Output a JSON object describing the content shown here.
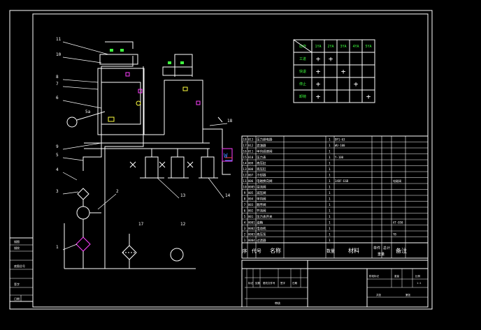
{
  "drawing": {
    "line_color": "#ffffff",
    "accent_green": "#3fff3f",
    "accent_magenta": "#ff3fff",
    "accent_yellow": "#ffff3f",
    "accent_red": "#ff3f3f",
    "accent_blue": "#3f7fff",
    "part_numbers": [
      "11",
      "10",
      "8",
      "7",
      "6",
      "5a",
      "9",
      "5",
      "4",
      "3",
      "2",
      "1",
      "12",
      "13",
      "14",
      "17",
      "18"
    ],
    "valve_symbol": "W"
  },
  "action_table": {
    "header": [
      "动作",
      "1YA",
      "2YA",
      "3YA",
      "4YA",
      "5YA"
    ],
    "rows": [
      {
        "label": "工进",
        "marks": [
          "+",
          "+",
          "",
          "",
          ""
        ]
      },
      {
        "label": "快退",
        "marks": [
          "+",
          "",
          "+",
          "",
          ""
        ]
      },
      {
        "label": "停止",
        "marks": [
          "+",
          "",
          "",
          "+",
          ""
        ]
      },
      {
        "label": "卸荷",
        "marks": [
          "+",
          "",
          "",
          "",
          "+"
        ]
      }
    ]
  },
  "parts_list": {
    "rows": [
      {
        "no": "18",
        "code": "013",
        "name": "压力继电器",
        "qty": "1",
        "spec": "DP1-63",
        "note": ""
      },
      {
        "no": "17",
        "code": "012",
        "name": "滤油器",
        "qty": "1",
        "spec": "WU-100",
        "note": ""
      },
      {
        "no": "16",
        "code": "011",
        "name": "单向调速阀",
        "qty": "1",
        "spec": "",
        "note": ""
      },
      {
        "no": "15",
        "code": "010",
        "name": "压力表",
        "qty": "1",
        "spec": "Y-100",
        "note": ""
      },
      {
        "no": "14",
        "code": "009",
        "name": "液压缸",
        "qty": "1",
        "spec": "",
        "note": ""
      },
      {
        "no": "13",
        "code": "008",
        "name": "液压缸",
        "qty": "1",
        "spec": "",
        "note": ""
      },
      {
        "no": "12",
        "code": "007",
        "name": "冷却器",
        "qty": "1",
        "spec": "",
        "note": ""
      },
      {
        "no": "11",
        "code": "006",
        "name": "电磁换向阀",
        "qty": "1",
        "spec": "34DF-E6B",
        "note": "电磁阀"
      },
      {
        "no": "10",
        "code": "0005",
        "name": "溢流阀",
        "qty": "1",
        "spec": "",
        "note": ""
      },
      {
        "no": "9",
        "code": "005",
        "name": "减压阀",
        "qty": "1",
        "spec": "",
        "note": ""
      },
      {
        "no": "8",
        "code": "004",
        "name": "单向阀",
        "qty": "1",
        "spec": "",
        "note": ""
      },
      {
        "no": "7",
        "code": "003",
        "name": "顺序阀",
        "qty": "1",
        "spec": "",
        "note": ""
      },
      {
        "no": "6",
        "code": "002",
        "name": "节流阀",
        "qty": "1",
        "spec": "",
        "note": ""
      },
      {
        "no": "5",
        "code": "001",
        "name": "压力表开关",
        "qty": "1",
        "spec": "",
        "note": ""
      },
      {
        "no": "4",
        "code": "0001",
        "name": "油箱",
        "qty": "1",
        "spec": "",
        "note": "AT-050"
      },
      {
        "no": "3",
        "code": "0002",
        "name": "电动机",
        "qty": "1",
        "spec": "",
        "note": ""
      },
      {
        "no": "2",
        "code": "0003",
        "name": "液压泵",
        "qty": "1",
        "spec": "",
        "note": "YB"
      },
      {
        "no": "1",
        "code": "0004",
        "name": "过滤器",
        "qty": "1",
        "spec": "",
        "note": ""
      }
    ],
    "header": {
      "no": "序",
      "code": "代号",
      "name": "名称",
      "qty": "数量",
      "spec": "材料",
      "unit": "单件",
      "total": "总计",
      "weight": "重量",
      "note": "备注"
    }
  },
  "title_block": {
    "left_cells": [
      "描图",
      "描校",
      "",
      "底图总号",
      "",
      "签字",
      "日期"
    ],
    "mid_labels": [
      "标记",
      "处数",
      "更改文件号",
      "签字",
      "日期"
    ],
    "bottom_label": "审核",
    "right_labels": [
      "阶段标记",
      "重量",
      "比例",
      "共张",
      "第张"
    ],
    "scale": "1:1"
  }
}
